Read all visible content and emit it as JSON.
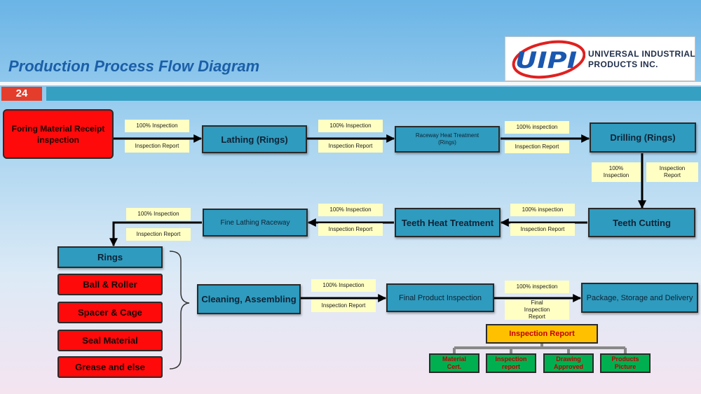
{
  "title": "Production Process Flow Diagram",
  "slide_number": "24",
  "logo": {
    "mark_text": "UIPI",
    "company_line1": "UNIVERSAL INDUSTRIAL",
    "company_line2": "PRODUCTS INC."
  },
  "process": {
    "forging": "Foring Material Receipt inspection",
    "lathing": "Lathing (Rings)",
    "raceway_heat": "Raceway Heat Treatment (Rings)",
    "drilling": "Drilling (Rings)",
    "teeth_cutting": "Teeth Cutting",
    "teeth_heat": "Teeth Heat Treatment",
    "fine_lathing": "Fine Lathing Raceway",
    "rings": "Rings",
    "ball_roller": "Ball & Roller",
    "spacer_cage": "Spacer & Cage",
    "seal_material": "Seal Material",
    "grease": "Grease and else",
    "cleaning": "Cleaning, Assembling",
    "final_inspection": "Final Product Inspection",
    "package": "Package, Storage and Delivery"
  },
  "notes": {
    "inspection_100": "100% Inspection",
    "inspection_report": "Inspection Report",
    "inspection_100_lc": "100% inspection",
    "final_inspection_report": "Final Inspection Report"
  },
  "report_tree": {
    "root": "Inspection Report",
    "children": [
      "Material Cert.",
      "Inspection report",
      "Drawing Approved",
      "Products Picture"
    ]
  },
  "colors": {
    "process_blue": "#2f9bbe",
    "material_red": "#ff0a0a",
    "note_yellow": "#ffffc4",
    "report_orange": "#ffc000",
    "report_green": "#00b050",
    "title_blue": "#1b5fa8",
    "slide_number_red": "#e53d2b",
    "header_bar": "#35a0c1"
  }
}
